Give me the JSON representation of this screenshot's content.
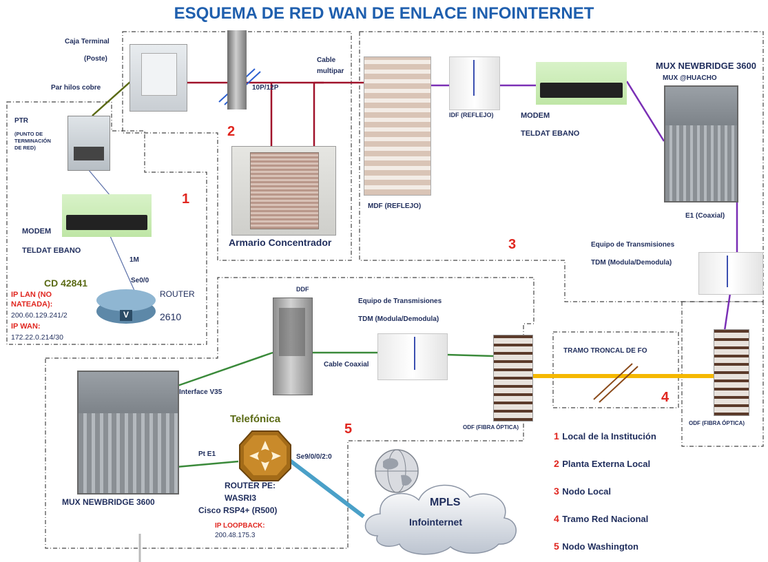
{
  "title": "ESQUEMA DE RED WAN DE ENLACE INFOINTERNET",
  "zone_numbers": [
    "1",
    "2",
    "3",
    "4",
    "5"
  ],
  "labels": {
    "caja_terminal": "Caja Terminal",
    "poste": "(Poste)",
    "par_hilos": "Par hilos cobre",
    "ptr_title": "PTR",
    "ptr_line1": "(PUNTO DE",
    "ptr_line2": "TERMINACIÓN",
    "ptr_line3": "DE RED)",
    "pares": "10P/12P",
    "cable": "Cable",
    "multipar": "multipar",
    "armario": "Armario Concentrador",
    "mdf": "MDF (REFLEJO)",
    "idf": "IDF (REFLEJO)",
    "modem_top_1": "MODEM",
    "modem_top_2": "TELDAT EBANO",
    "mux_top_title": "MUX NEWBRIDGE 3600",
    "mux_top_sub": "MUX @HUACHO",
    "e1_coax": "E1 (Coaxial)",
    "eq_trans_right_1": "Equipo de Transmisiones",
    "eq_trans_right_2": "TDM (Modula/Demodula)",
    "modem_left_1": "MODEM",
    "modem_left_2": "TELDAT EBANO",
    "speed": "1M",
    "se00": "Se0/0",
    "cd": "CD 42841",
    "ip_lan_1": "IP LAN (NO",
    "ip_lan_2": "NATEADA):",
    "ip_lan_val": "200.60.129.241/2",
    "ip_wan": "IP WAN:",
    "ip_wan_val": "172.22.0.214/30",
    "router_label": "ROUTER",
    "router_model": "2610",
    "ddf": "DDF",
    "eq_trans_mid_1": "Equipo de Transmisiones",
    "eq_trans_mid_2": "TDM (Modula/Demodula)",
    "cable_coax": "Cable Coaxial",
    "interface_v35": "Interface V35",
    "tramo_troncal": "TRAMO TRONCAL DE FO",
    "odf_mid": "ODF (FIBRA ÓPTICA)",
    "odf_right": "ODF (FIBRA ÓPTICA)",
    "telefonica": "Telefónica",
    "pt_e1": "Pt E1",
    "se9": "Se9/0/0/2:0",
    "router_pe_1": "ROUTER PE:",
    "router_pe_2": "WASRI3",
    "router_pe_3": "Cisco RSP4+ (R500)",
    "ip_loop": "IP LOOPBACK:",
    "ip_loop_val": "200.48.175.3",
    "mux_bottom": "MUX NEWBRIDGE 3600",
    "mpls_1": "MPLS",
    "mpls_2": "Infointernet"
  },
  "legend": [
    {
      "num": "1",
      "text": "Local de la Institución"
    },
    {
      "num": "2",
      "text": "Planta Externa Local"
    },
    {
      "num": "3",
      "text": "Nodo Local"
    },
    {
      "num": "4",
      "text": "Tramo Red Nacional"
    },
    {
      "num": "5",
      "text": "Nodo Washington"
    }
  ],
  "icons": [
    "terminal-box-icon",
    "pole-icon",
    "ptr-box-icon",
    "modem-icon",
    "router-icon",
    "cabinet-icon",
    "mdf-rack-icon",
    "idf-rack-icon",
    "mux-icon",
    "tdm-rack-icon",
    "ddf-rack-icon",
    "odf-rack-icon",
    "router-pe-icon",
    "cloud-icon",
    "globe-icon"
  ],
  "colors": {
    "title": "#1f5fae",
    "navy_text": "#1f2d5c",
    "red_text": "#e0261f",
    "copper": "#a0122a",
    "olive": "#5a6a14",
    "purple": "#7a2fb5",
    "green": "#3a8a3a",
    "fiber": "#f5b800",
    "blue_link": "#4aa0c8"
  }
}
